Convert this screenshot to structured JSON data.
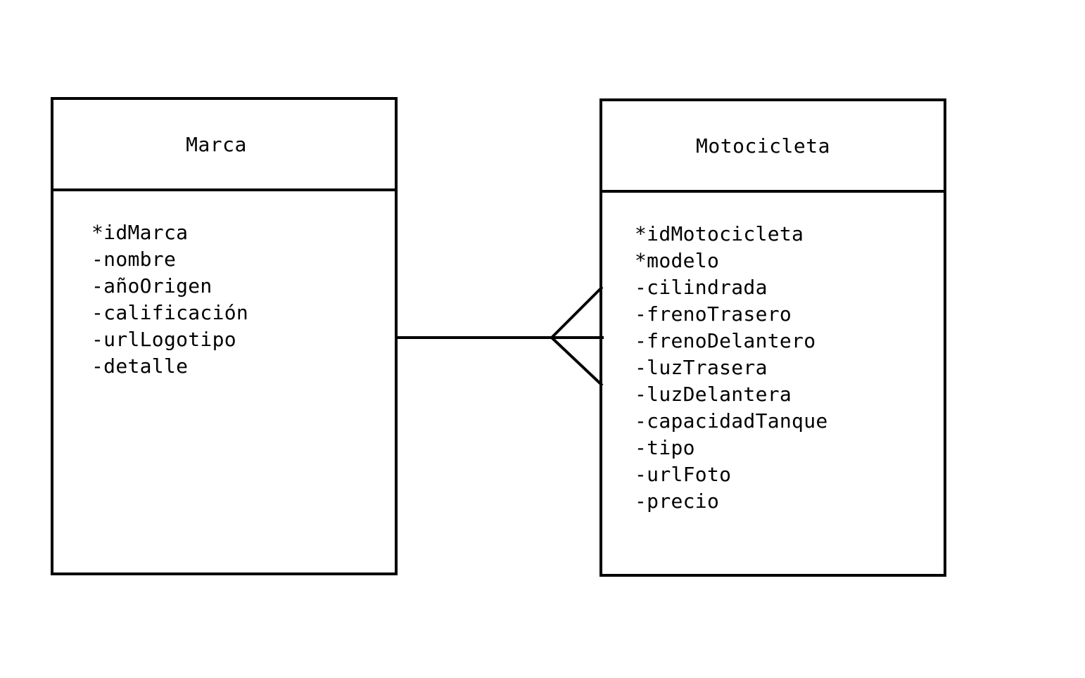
{
  "entities": {
    "marca": {
      "title": "Marca",
      "attributes": [
        "*idMarca",
        "-nombre",
        "-añoOrigen",
        "-calificación",
        "-urlLogotipo",
        "-detalle"
      ]
    },
    "motocicleta": {
      "title": "Motocicleta",
      "attributes": [
        "*idMotocicleta",
        "*modelo",
        "-cilindrada",
        "-frenoTrasero",
        "-frenoDelantero",
        "-luzTrasera",
        "-luzDelantera",
        "-capacidadTanque",
        "-tipo",
        "-urlFoto",
        "-precio"
      ]
    }
  },
  "relationship": {
    "from": "Marca",
    "to": "Motocicleta",
    "from_cardinality": "one",
    "to_cardinality": "many",
    "notation": "crow's foot"
  },
  "colors": {
    "line": "#000000",
    "background": "#ffffff"
  }
}
